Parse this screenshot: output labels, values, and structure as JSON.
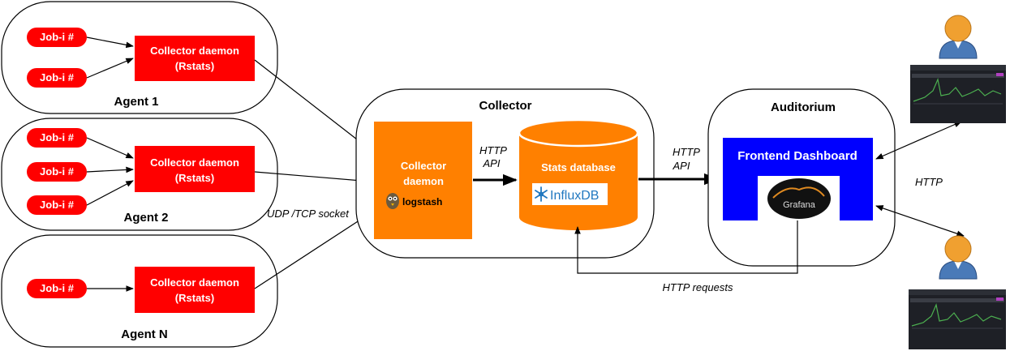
{
  "agents": [
    {
      "label": "Agent 1",
      "jobs": [
        "Job-i #",
        "Job-i #"
      ],
      "daemon": {
        "line1": "Collector daemon",
        "line2": "(Rstats)"
      }
    },
    {
      "label": "Agent 2",
      "jobs": [
        "Job-i #",
        "Job-i #",
        "Job-i #"
      ],
      "daemon": {
        "line1": "Collector daemon",
        "line2": "(Rstats)"
      }
    },
    {
      "label": "Agent N",
      "jobs": [
        "Job-i #"
      ],
      "daemon": {
        "line1": "Collector daemon",
        "line2": "(Rstats)"
      }
    }
  ],
  "collector": {
    "title": "Collector",
    "daemon": {
      "line1": "Collector",
      "line2": "daemon",
      "logo_text": "logstash"
    },
    "database": {
      "label": "Stats database",
      "logo_text": "InfluxDB"
    },
    "link_label": {
      "line1": "HTTP",
      "line2": "API"
    }
  },
  "socket_label": "UDP /TCP socket",
  "auditorium": {
    "title": "Auditorium",
    "frontend": {
      "label": "Frontend Dashboard",
      "logo_text": "Grafana"
    }
  },
  "api_label": {
    "line1": "HTTP",
    "line2": "API"
  },
  "http_requests_label": "HTTP requests",
  "users_http_label": "HTTP",
  "colors": {
    "red": "#ff0000",
    "orange": "#ff8000",
    "blue": "#0000ff",
    "user_head": "#f0a030",
    "user_body": "#4a7ab8",
    "screen": "#1e2026"
  }
}
